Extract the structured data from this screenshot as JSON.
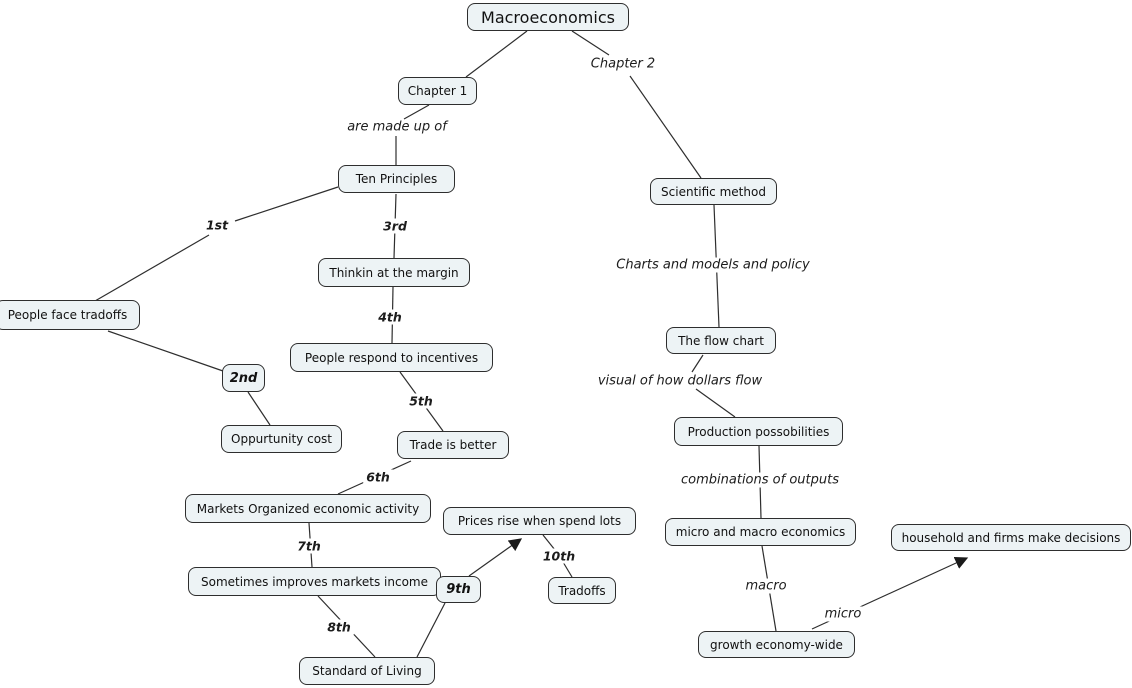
{
  "title": "Macroeconomics concept map",
  "colors": {
    "node_fill": "#edf3f5",
    "node_border": "#2e2e2e",
    "line": "#2e2e2e",
    "text": "#111111",
    "background": "#ffffff"
  },
  "nodes": {
    "macroeconomics": "Macroeconomics",
    "chapter_1": "Chapter 1",
    "ten_principles": "Ten Principles",
    "people_face_tradoffs": "People face tradoffs",
    "thinkin_at_the_margin": "Thinkin at the margin",
    "people_respond_to_incentives": "People respond to incentives",
    "second": "2nd",
    "oppurtunity_cost": "Oppurtunity cost",
    "trade_is_better": "Trade is better",
    "markets_organized": "Markets Organized economic activity",
    "sometimes_improves": "Sometimes improves markets income",
    "ninth": "9th",
    "standard_of_living": "Standard of Living",
    "prices_rise": "Prices rise when spend lots",
    "tradoffs": "Tradoffs",
    "scientific_method": "Scientific method",
    "the_flow_chart": "The flow chart",
    "production_possobilities": "Production possobilities",
    "micro_and_macro_economics": "micro and macro economics",
    "growth_economy_wide": "growth economy-wide",
    "household_firms": "household and firms make decisions"
  },
  "labels": {
    "chapter_2": "Chapter 2",
    "are_made_up_of": "are made up of",
    "first": "1st",
    "third": "3rd",
    "fourth": "4th",
    "fifth": "5th",
    "sixth": "6th",
    "seventh": "7th",
    "eighth": "8th",
    "tenth": "10th",
    "charts_models_policy": "Charts and models and policy",
    "visual_dollars_flow": "visual of how dollars flow",
    "combinations_outputs": "combinations of outputs",
    "macro": "macro",
    "micro": "micro"
  }
}
